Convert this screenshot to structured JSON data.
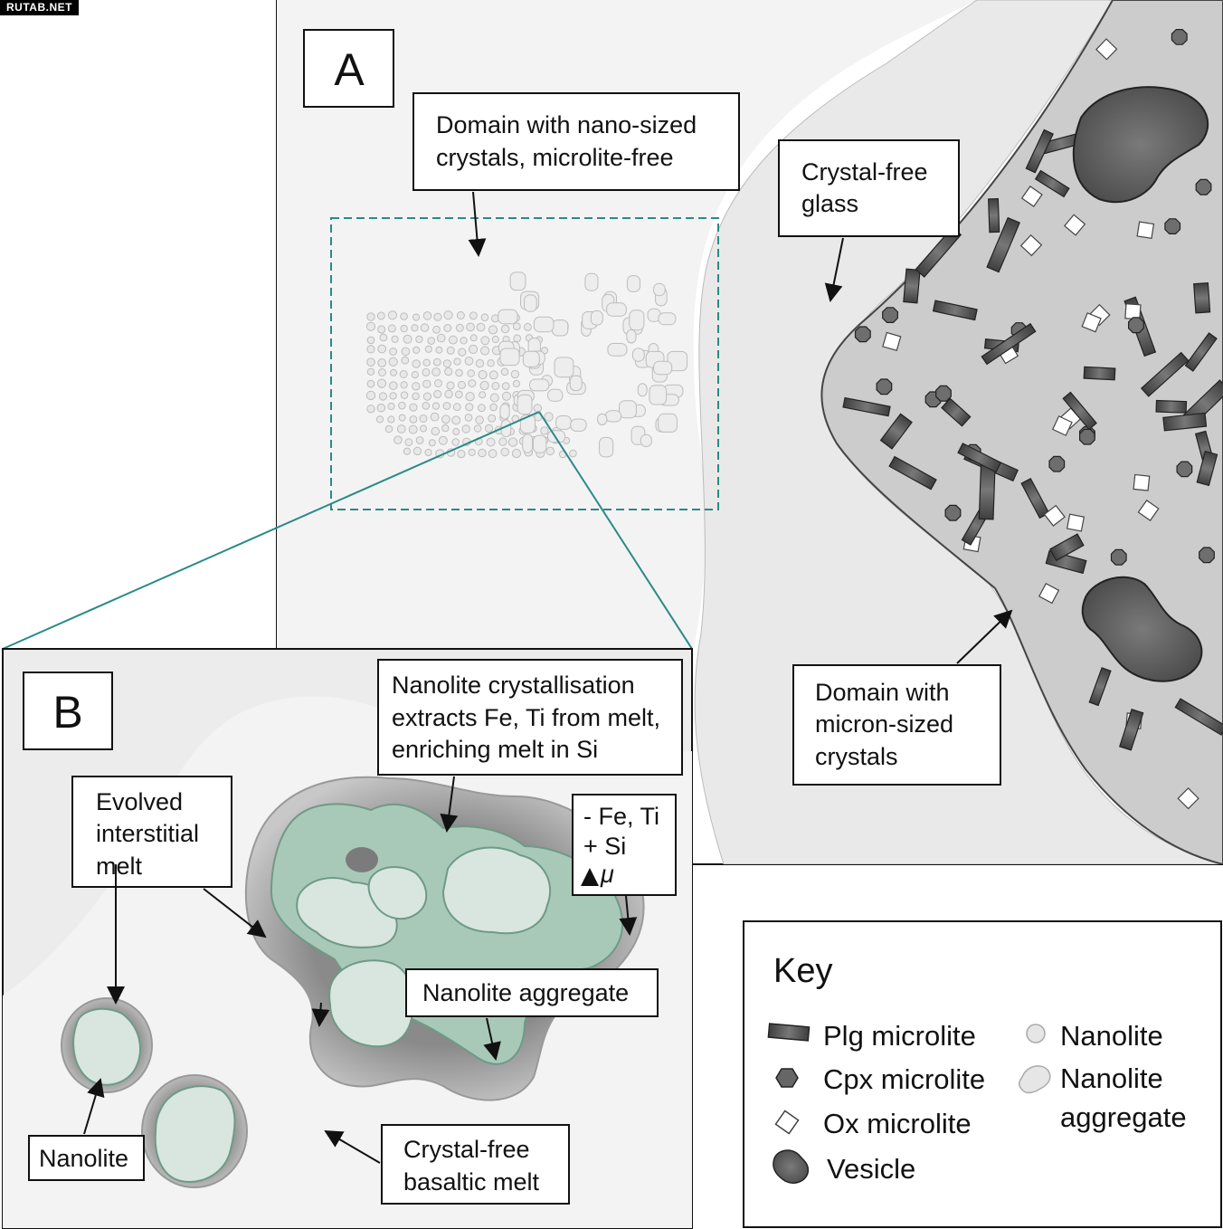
{
  "watermark": "RUTAB.NET",
  "panel_a": {
    "letter": "A",
    "label_nano_domain": [
      "Domain with nano-sized",
      "crystals, microlite-free"
    ],
    "label_glass": [
      "Crystal-free",
      "glass"
    ],
    "label_micron_domain": [
      "Domain with",
      "micron-sized",
      "crystals"
    ]
  },
  "panel_b": {
    "letter": "B",
    "label_evolved": [
      "Evolved",
      "interstitial",
      "melt"
    ],
    "label_crystallisation": [
      "Nanolite crystallisation",
      "extracts Fe, Ti from melt,",
      "enriching melt in Si"
    ],
    "chem_lines": [
      "- Fe, Ti",
      "+ Si",
      "μ"
    ],
    "label_aggregate": "Nanolite aggregate",
    "label_nanolite": "Nanolite",
    "label_melt": [
      "Crystal-free",
      "basaltic melt"
    ]
  },
  "key": {
    "title": "Key",
    "items": {
      "plg": "Plg microlite",
      "cpx": "Cpx microlite",
      "ox": "Ox microlite",
      "vesicle": "Vesicle",
      "nanolite": "Nanolite",
      "aggregate": [
        "Nanolite",
        "aggregate"
      ]
    }
  },
  "colors": {
    "glass": "#f2f2f2",
    "micron_domain": "#cccccc",
    "crystal": "#555555",
    "nanolite_fill": "#d8e6df",
    "aggregate_fill": "#a9c9b8",
    "halo": "#a6a6a6",
    "teal": "#2a8a86"
  }
}
